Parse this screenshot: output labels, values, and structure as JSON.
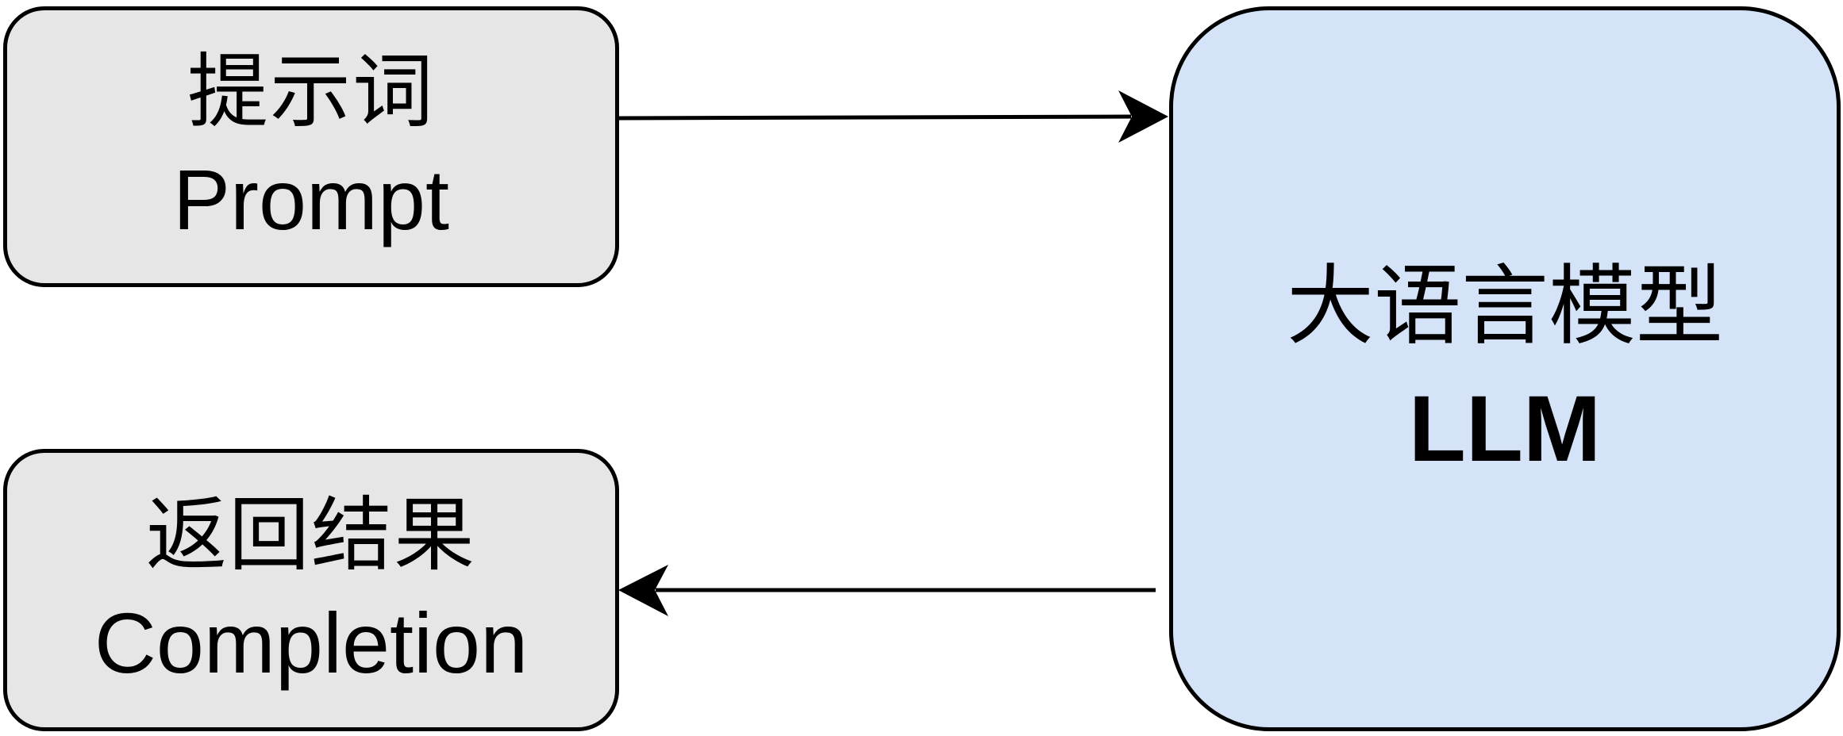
{
  "prompt_box": {
    "title_cn": "提示词",
    "title_en": "Prompt"
  },
  "llm_box": {
    "title_cn": "大语言模型",
    "title_en": "LLM"
  },
  "completion_box": {
    "title_cn": "返回结果",
    "title_en": "Completion"
  },
  "colors": {
    "small_box_fill": "#e6e6e6",
    "llm_box_fill": "#d4e3f7",
    "stroke": "#000000"
  },
  "edges": [
    {
      "from": "prompt-box",
      "to": "llm-box",
      "direction": "right"
    },
    {
      "from": "llm-box",
      "to": "completion-box",
      "direction": "left"
    }
  ]
}
